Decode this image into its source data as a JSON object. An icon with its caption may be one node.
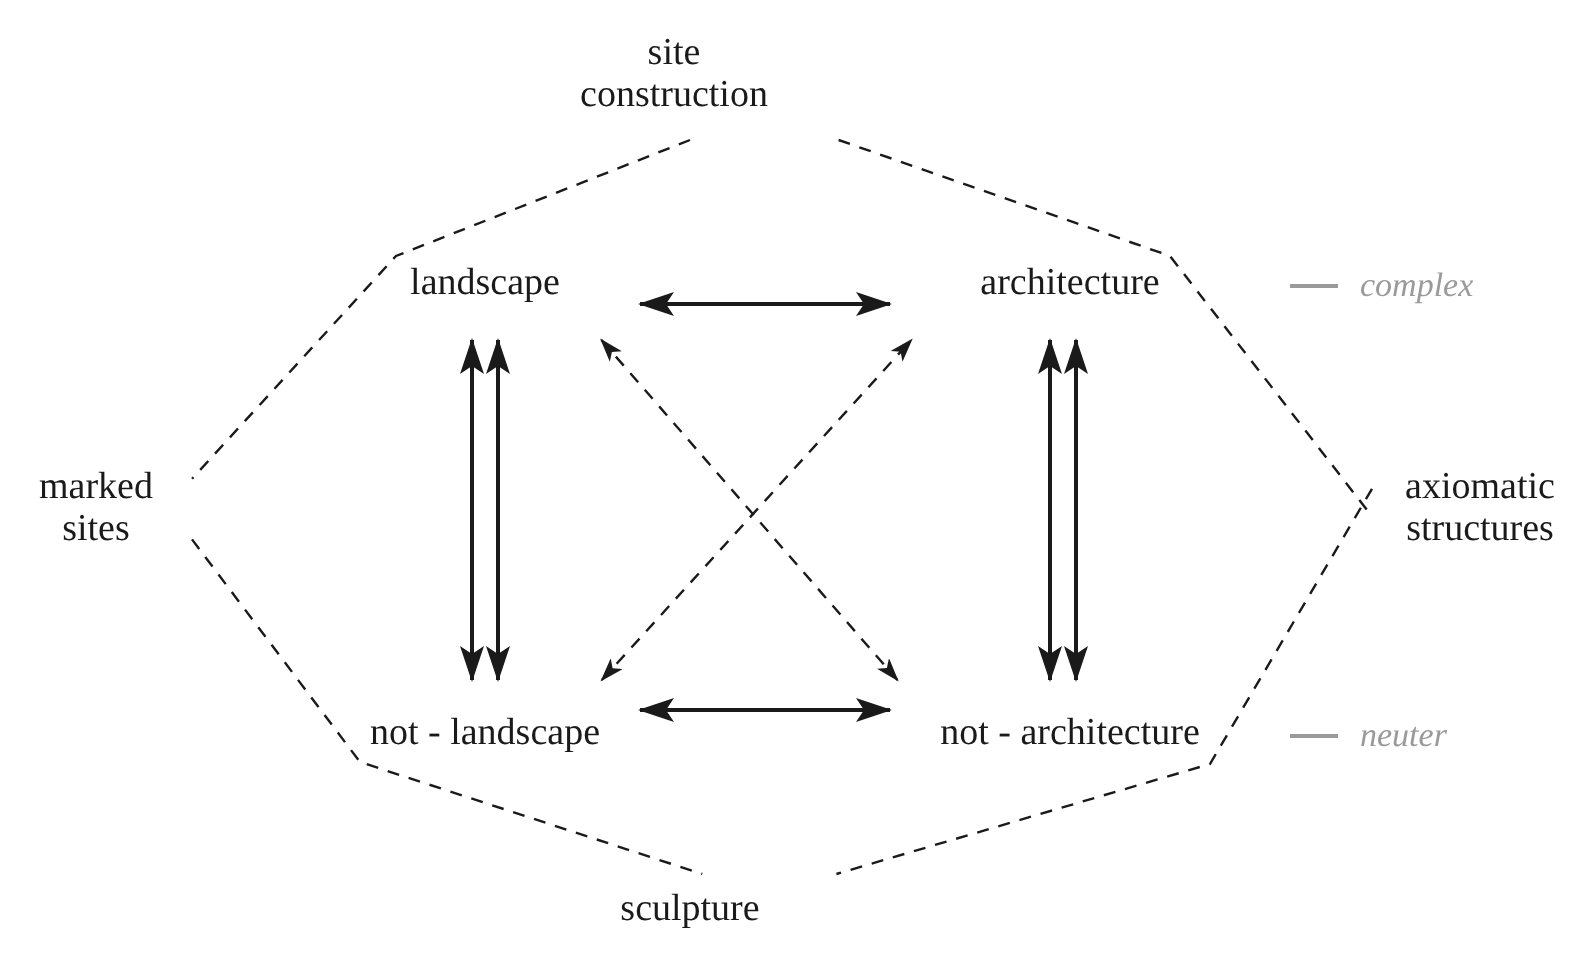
{
  "diagram": {
    "nodes": [
      {
        "text": [
          "site construction"
        ]
      },
      {
        "text": [
          "landscape"
        ]
      },
      {
        "text": [
          "architecture"
        ]
      },
      {
        "text": [
          "marked sites"
        ]
      },
      {
        "text": [
          "axiomatic structures"
        ]
      },
      {
        "text": [
          "not - landscape"
        ]
      },
      {
        "text": [
          "not - architecture"
        ]
      },
      {
        "text": [
          "sculpture"
        ]
      }
    ],
    "edges": [
      {
        "from": 0,
        "to": 3,
        "arrow": "none",
        "style": "dashed"
      },
      {
        "from": 0,
        "to": 4,
        "arrow": "none",
        "style": "dashed"
      },
      {
        "from": 1,
        "to": 2,
        "arrow": "both"
      },
      {
        "from": 1,
        "to": 5,
        "arrow": "both"
      },
      {
        "from": 1,
        "to": 5,
        "arrow": "both"
      },
      {
        "from": 2,
        "to": 6,
        "arrow": "both"
      },
      {
        "from": 2,
        "to": 6,
        "arrow": "both"
      },
      {
        "from": 1,
        "to": 6,
        "arrow": "both",
        "style": "dashed"
      },
      {
        "from": 5,
        "to": 2,
        "arrow": "both",
        "style": "dashed"
      },
      {
        "from": 5,
        "to": 6,
        "arrow": "both"
      },
      {
        "from": 3,
        "to": 7,
        "arrow": "none",
        "style": "dashed"
      },
      {
        "from": 4,
        "to": 7,
        "arrow": "none",
        "style": "dashed"
      }
    ],
    "labels": [
      "complex",
      "neuter"
    ]
  }
}
